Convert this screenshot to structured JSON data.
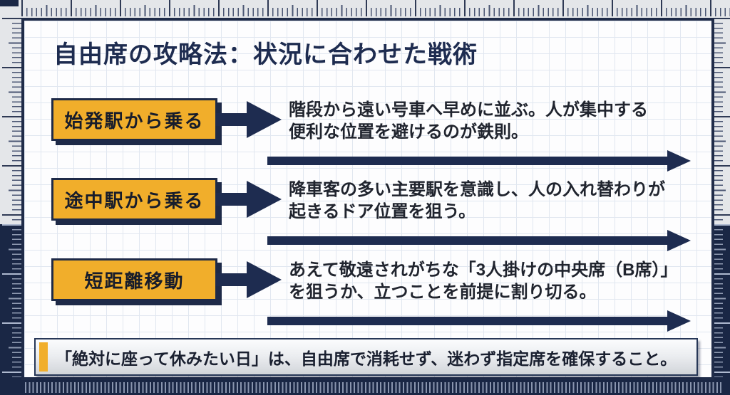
{
  "title": "自由席の攻略法：状況に合わせた戦術",
  "rows": [
    {
      "label": "始発駅から乗る",
      "desc_line1": "階段から遠い号車へ早めに並ぶ。人が集中する",
      "desc_line2": "便利な位置を避けるのが鉄則。"
    },
    {
      "label": "途中駅から乗る",
      "desc_line1": "降車客の多い主要駅を意識し、人の入れ替わりが",
      "desc_line2": "起きるドア位置を狙う。"
    },
    {
      "label": "短距離移動",
      "desc_line1": "あえて敬遠されがちな「3人掛けの中央席（B席）」",
      "desc_line2": "を狙うか、立つことを前提に割り切る。"
    }
  ],
  "footer": {
    "note": "「絶対に座って休みたい日」は、自由席で消耗せず、迷わず指定席を確保すること。"
  },
  "icons": {
    "arrow_right": "solid navy right-pointing arrow from label to description",
    "divider_arrow": "long navy horizontal arrow pointing right"
  },
  "colors": {
    "navy": "#1e2a48",
    "yellow": "#f1ae2b",
    "paper": "#fdfdfe",
    "grid_line": "#e1e7f0",
    "ruler_bg": "#e4e6e9",
    "frame_navy": "#1a2745",
    "ink": "#20242e"
  }
}
